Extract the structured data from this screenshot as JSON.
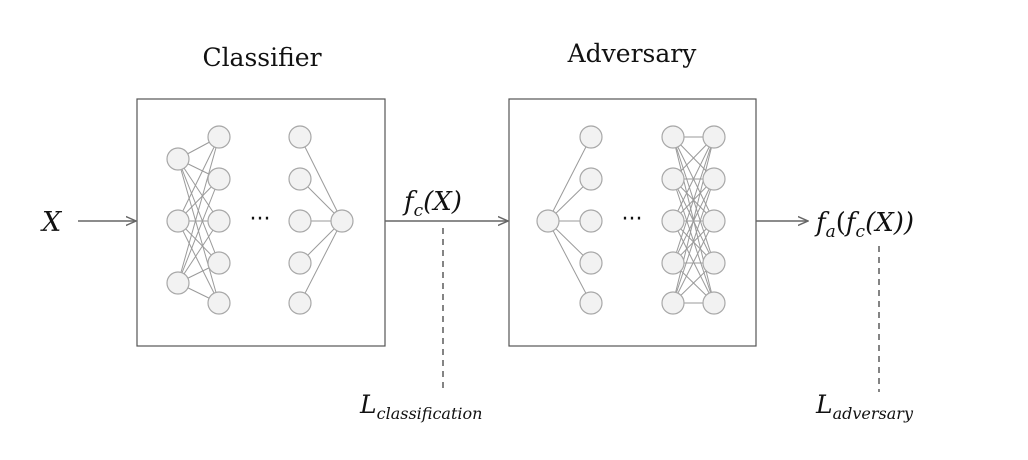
{
  "classifier": {
    "title": "Classifier",
    "layers": [
      3,
      5,
      5,
      1
    ]
  },
  "adversary": {
    "title": "Adversary",
    "layers": [
      1,
      5,
      5,
      5
    ]
  },
  "ellipsis": "···",
  "input_label": "X",
  "mid_label": {
    "f": "f",
    "sub": "c",
    "rest": "(X)"
  },
  "output_label": {
    "f": "f",
    "sub_a": "a",
    "open": "(",
    "f2": "f",
    "sub_c": "c",
    "rest": "(X))"
  },
  "loss_classification": {
    "L": "L",
    "sub": "classification"
  },
  "loss_adversary": {
    "L": "L",
    "sub": "adversary"
  },
  "colors": {
    "node_fill": "#f2f2f2",
    "node_stroke": "#a8a8a8",
    "edge": "#9a9a9a",
    "box": "#555555"
  }
}
